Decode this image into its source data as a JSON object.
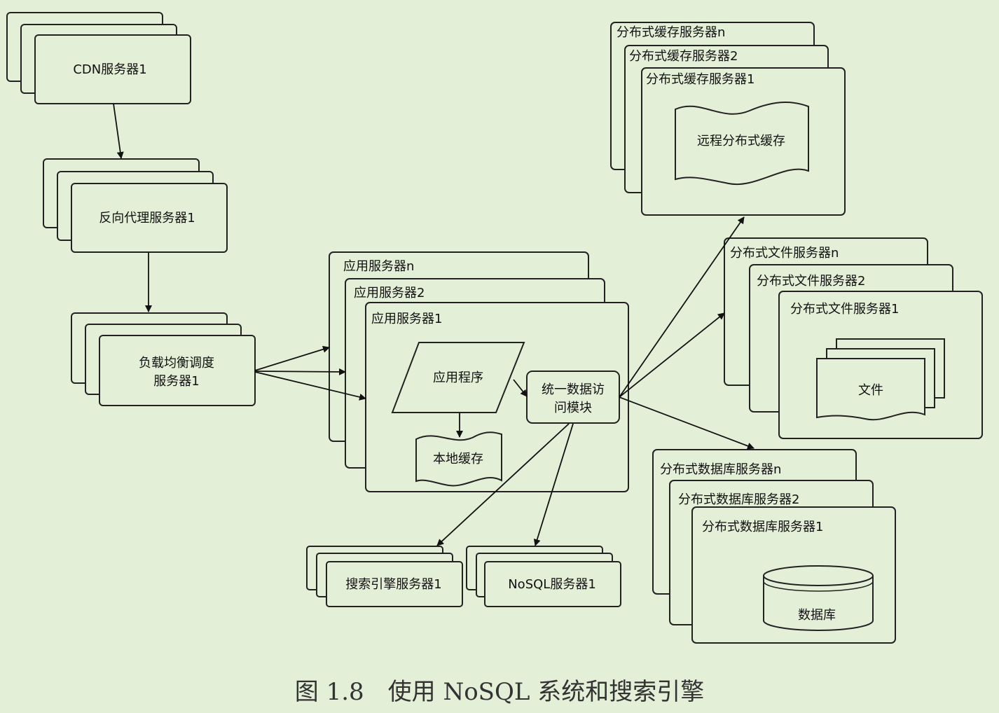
{
  "diagram": {
    "cdn": "CDN服务器1",
    "reverse_proxy": "反向代理服务器1",
    "load_balancer": [
      "负载均衡调度",
      "服务器1"
    ],
    "app_server_n": "应用服务器n",
    "app_server_2": "应用服务器2",
    "app_server_1": "应用服务器1",
    "app_program": "应用程序",
    "local_cache": "本地缓存",
    "data_access": [
      "统一数据访",
      "问模块"
    ],
    "search_server": "搜索引擎服务器1",
    "nosql_server": "NoSQL服务器1",
    "cache_server_n": "分布式缓存服务器n",
    "cache_server_2": "分布式缓存服务器2",
    "cache_server_1": "分布式缓存服务器1",
    "remote_cache": "远程分布式缓存",
    "file_server_n": "分布式文件服务器n",
    "file_server_2": "分布式文件服务器2",
    "file_server_1": "分布式文件服务器1",
    "file": "文件",
    "db_server_n": "分布式数据库服务器n",
    "db_server_2": "分布式数据库服务器2",
    "db_server_1": "分布式数据库服务器1",
    "database": "数据库"
  },
  "caption": "图 1.8　使用 NoSQL 系统和搜索引擎"
}
